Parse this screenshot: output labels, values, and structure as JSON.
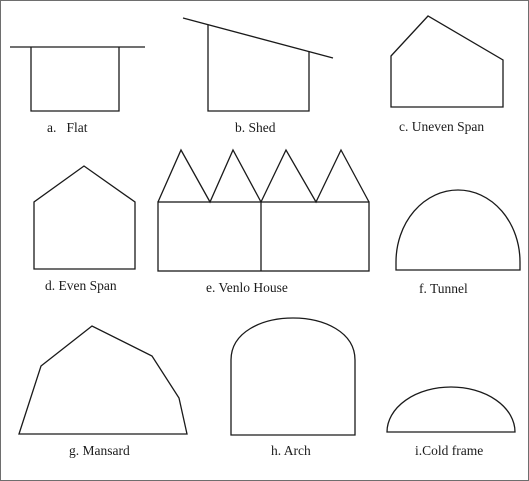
{
  "stroke_color": "#1a1a1a",
  "frame_color": "#6e6e6e",
  "greenhouse_types": [
    {
      "id": "flat",
      "caption": "a.   Flat"
    },
    {
      "id": "shed",
      "caption": "b. Shed"
    },
    {
      "id": "uneven-span",
      "caption": "c. Uneven Span"
    },
    {
      "id": "even-span",
      "caption": "d. Even Span"
    },
    {
      "id": "venlo-house",
      "caption": "e. Venlo House"
    },
    {
      "id": "tunnel",
      "caption": "f. Tunnel"
    },
    {
      "id": "mansard",
      "caption": "g. Mansard"
    },
    {
      "id": "arch",
      "caption": "h. Arch"
    },
    {
      "id": "cold-frame",
      "caption": "i.Cold frame"
    }
  ]
}
